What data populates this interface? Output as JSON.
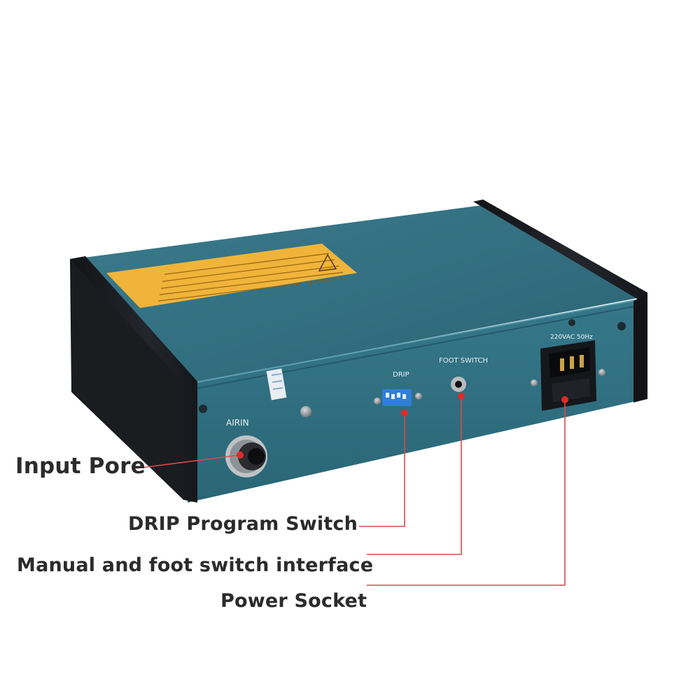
{
  "panel_labels": {
    "air_in": "AIRIN",
    "drip": "DRIP",
    "foot_switch": "FOOT SWITCH",
    "power_rating": "220VAC 50Hz"
  },
  "callouts": {
    "input_pore": "Input Pore",
    "drip_program_switch": "DRIP Program Switch",
    "manual_foot_interface": "Manual and foot switch interface",
    "power_socket": "Power Socket"
  },
  "colors": {
    "case_body": "#2f6f80",
    "end_cap": "#1b1d22",
    "warning_label": "#f0b43a",
    "leader_line": "#d84a4a",
    "dip_switch": "#2f7fd6"
  },
  "icons": {
    "air_fitting": "push-fit-air-connector",
    "dip_switch": "dip-switch",
    "foot_jack": "audio-jack",
    "power_socket": "iec-power-inlet"
  }
}
